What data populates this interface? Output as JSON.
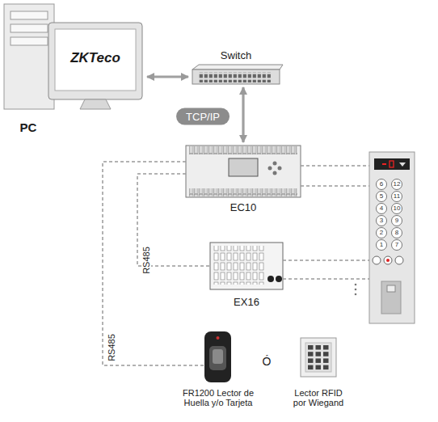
{
  "diagram": {
    "nodes": [
      {
        "text": [
          "PC"
        ]
      },
      {
        "text": [
          "Switch"
        ]
      },
      {
        "text": [
          "EC10"
        ]
      },
      {
        "text": [
          "EX16"
        ]
      },
      {
        "text": [
          "6",
          "12",
          "5",
          "11",
          "4",
          "10",
          "3",
          "9",
          "2",
          "8",
          "1",
          "7"
        ]
      },
      {
        "text": [
          "FR1200 Lector de Huella y/o Tarjeta"
        ]
      },
      {
        "text": [
          "Lector RFID por Wiegand"
        ]
      }
    ],
    "edges": [
      {
        "from": 0,
        "to": 1,
        "arrow": "both"
      },
      {
        "from": 1,
        "to": 2,
        "label": "TCP/IP",
        "arrow": "both"
      },
      {
        "from": 2,
        "to": 3,
        "label": "RS485",
        "arrow": "none"
      },
      {
        "from": 2,
        "to": 5,
        "label": "RS485",
        "arrow": "none"
      },
      {
        "from": 2,
        "to": 4,
        "arrow": "none"
      },
      {
        "from": 3,
        "to": 4,
        "arrow": "none"
      }
    ],
    "labels": [
      "ZKTeco",
      "Ó"
    ]
  }
}
